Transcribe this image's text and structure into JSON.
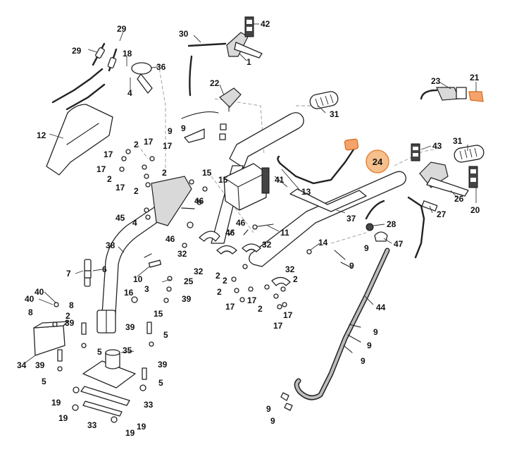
{
  "diagram": {
    "highlight": {
      "label": "24",
      "color": "#f6c08d",
      "border": "#e8843a"
    },
    "highlight_part_color": "#f5a36a",
    "labels": {
      "l_1": "1",
      "l_2a": "2",
      "l_2b": "2",
      "l_2c": "2",
      "l_2d": "2",
      "l_2e": "2",
      "l_2f": "2",
      "l_2g": "2",
      "l_2h": "2",
      "l_3": "3",
      "l_4a": "4",
      "l_4b": "4",
      "l_5a": "5",
      "l_5b": "5",
      "l_5c": "5",
      "l_5d": "5",
      "l_6": "6",
      "l_7": "7",
      "l_8a": "8",
      "l_8b": "8",
      "l_9a": "9",
      "l_9b": "9",
      "l_9c": "9",
      "l_9d": "9",
      "l_9e": "9",
      "l_9f": "9",
      "l_9g": "9",
      "l_9h": "9",
      "l_9i": "9",
      "l_10": "10",
      "l_11": "11",
      "l_12": "12",
      "l_13": "13",
      "l_14": "14",
      "l_15a": "15",
      "l_15b": "15",
      "l_15c": "15",
      "l_16": "16",
      "l_17a": "17",
      "l_17b": "17",
      "l_17c": "17",
      "l_17d": "17",
      "l_17e": "17",
      "l_17f": "17",
      "l_17g": "17",
      "l_17h": "17",
      "l_17i": "17",
      "l_18": "18",
      "l_19a": "19",
      "l_19b": "19",
      "l_19c": "19",
      "l_19d": "19",
      "l_20": "20",
      "l_21": "21",
      "l_22": "22",
      "l_23": "23",
      "l_25": "25",
      "l_26": "26",
      "l_27": "27",
      "l_28": "28",
      "l_29a": "29",
      "l_29b": "29",
      "l_30": "30",
      "l_31a": "31",
      "l_31b": "31",
      "l_32a": "32",
      "l_32b": "32",
      "l_32c": "32",
      "l_32d": "32",
      "l_33a": "33",
      "l_33b": "33",
      "l_34": "34",
      "l_35": "35",
      "l_36": "36",
      "l_37": "37",
      "l_38": "38",
      "l_39a": "39",
      "l_39b": "39",
      "l_39c": "39",
      "l_39d": "39",
      "l_39e": "39",
      "l_40": "40",
      "l_41": "41",
      "l_42": "42",
      "l_43": "43",
      "l_44": "44",
      "l_45": "45",
      "l_46a": "46",
      "l_46b": "46",
      "l_46c": "46",
      "l_46d": "46",
      "l_47": "47"
    }
  }
}
